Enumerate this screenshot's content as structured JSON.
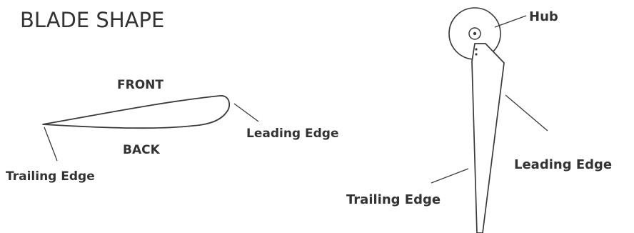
{
  "title": "BLADE SHAPE",
  "colors": {
    "text": "#333333",
    "stroke": "#3a3a3a",
    "background": "#ffffff"
  },
  "cross_section": {
    "top_label": "FRONT",
    "bottom_label": "BACK",
    "leading_edge_label": "Leading Edge",
    "trailing_edge_label": "Trailing Edge"
  },
  "side_view": {
    "hub_label": "Hub",
    "leading_edge_label": "Leading Edge",
    "trailing_edge_label": "Trailing Edge"
  }
}
